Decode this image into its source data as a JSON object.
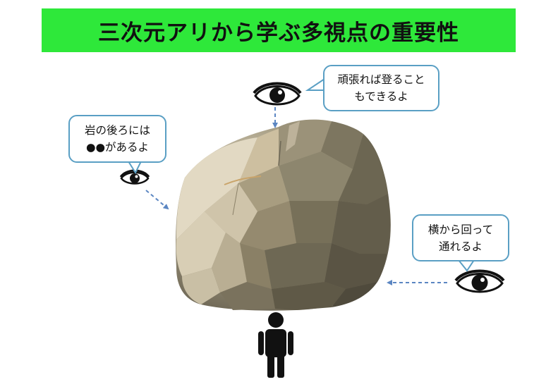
{
  "title": "三次元アリから学ぶ多視点の重要性",
  "bubbles": {
    "left": {
      "line1": "岩の後ろには",
      "line2": "●●があるよ"
    },
    "top": {
      "line1": "頑張れば登ること",
      "line2": "もできるよ"
    },
    "right": {
      "line1": "横から回って",
      "line2": "通れるよ"
    }
  },
  "icons": [
    "eye-icon",
    "rock-icon",
    "person-icon",
    "dashed-arrow-icon"
  ],
  "colors": {
    "title_background": "#2ee83a",
    "bubble_border": "#5a9fc4",
    "arrow": "#5b86c2",
    "rock_light": "#ddd3bd",
    "rock_dark": "#5b5648",
    "person": "#111111"
  }
}
